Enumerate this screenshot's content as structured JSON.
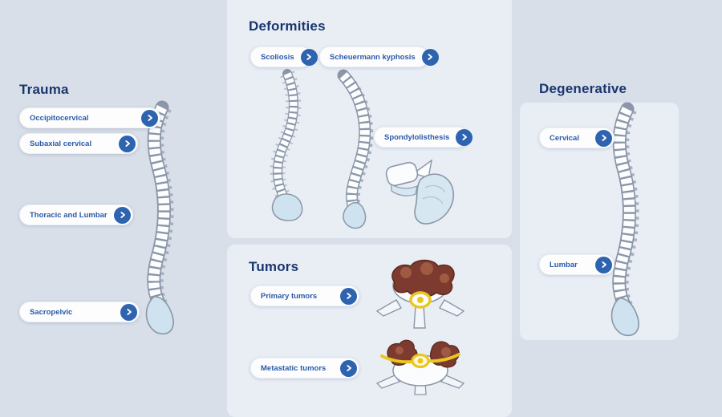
{
  "colors": {
    "page_background": "#d8dfe9",
    "card_background": "#e9eef5",
    "accent_blue": "#2e63b0",
    "heading_navy": "#1a366f",
    "label_blue": "#2a5aa8",
    "pill_background": "#fdfdfe",
    "spine_outline_gray": "#8b96a8",
    "sacrum_light_blue": "#cfe2ef",
    "tumor_brown": "#7c3b2e",
    "nerve_yellow": "#e9c71f"
  },
  "sections": {
    "trauma": {
      "title": "Trauma",
      "items": [
        {
          "label": "Occipitocervical",
          "icon": "chevron-right-icon"
        },
        {
          "label": "Subaxial cervical",
          "icon": "chevron-right-icon"
        },
        {
          "label": "Thoracic and Lumbar",
          "icon": "chevron-right-icon"
        },
        {
          "label": "Sacropelvic",
          "icon": "chevron-right-icon"
        }
      ],
      "illustration": "lateral-spine"
    },
    "deformities": {
      "title": "Deformities",
      "items": [
        {
          "label": "Scoliosis",
          "icon": "chevron-right-icon"
        },
        {
          "label": "Scheuermann kyphosis",
          "icon": "chevron-right-icon"
        },
        {
          "label": "Spondylolisthesis",
          "icon": "chevron-right-icon"
        }
      ],
      "illustrations": [
        "scoliosis-spine",
        "kyphotic-spine",
        "spondylolisthesis-segment"
      ]
    },
    "tumors": {
      "title": "Tumors",
      "items": [
        {
          "label": "Primary tumors",
          "icon": "chevron-right-icon"
        },
        {
          "label": "Metastatic tumors",
          "icon": "chevron-right-icon"
        }
      ],
      "illustrations": [
        "vertebra-primary-tumor",
        "vertebra-metastatic-tumor"
      ]
    },
    "degenerative": {
      "title": "Degenerative",
      "items": [
        {
          "label": "Cervical",
          "icon": "chevron-right-icon"
        },
        {
          "label": "Lumbar",
          "icon": "chevron-right-icon"
        }
      ],
      "illustration": "lateral-spine"
    }
  }
}
